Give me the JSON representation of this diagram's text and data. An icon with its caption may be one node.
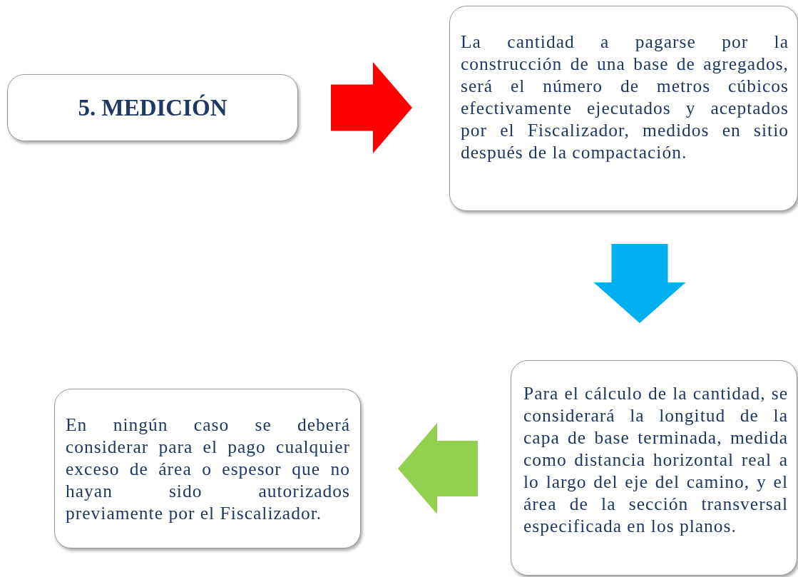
{
  "diagram": {
    "nodes": [
      {
        "text": [
          "5. MEDICIÓN"
        ]
      },
      {
        "text": [
          "La cantidad a pagarse por la construcción de una base de agregados, será el número de metros cúbicos efectivamente ejecutados y aceptados por el Fiscalizador, medidos en sitio después de la compactación."
        ]
      },
      {
        "text": [
          "Para el cálculo de la cantidad, se considerará la longitud de la capa de base terminada, medida como distancia horizontal real a lo largo del eje del camino, y el área de la sección transversal especificada en los planos."
        ]
      },
      {
        "text": [
          "En ningún caso se deberá considerar para el pago cualquier exceso de área o espesor que no hayan sido autorizados previamente por el Fiscalizador."
        ]
      }
    ],
    "edges": [
      {
        "from": 0,
        "to": 1,
        "arrow": "to",
        "style": "thick",
        "color": "#ff0000"
      },
      {
        "from": 1,
        "to": 2,
        "arrow": "to",
        "style": "thick",
        "color": "#00b0f0"
      },
      {
        "from": 2,
        "to": 3,
        "arrow": "to",
        "style": "thick",
        "color": "#92d050"
      }
    ]
  }
}
